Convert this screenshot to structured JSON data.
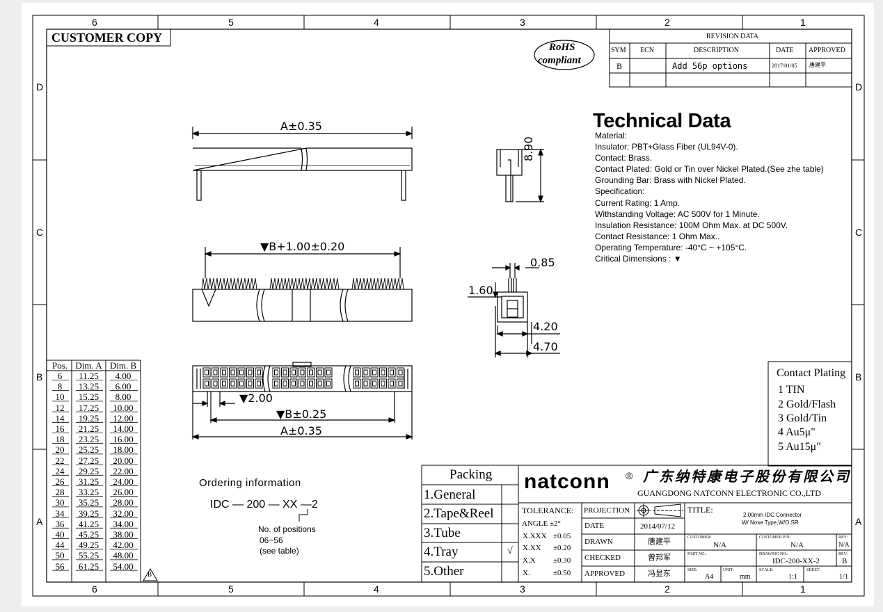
{
  "frame": {
    "customer_copy": "CUSTOMER COPY",
    "zones_top": [
      "6",
      "5",
      "4",
      "3",
      "2",
      "1"
    ],
    "zones_bottom": [
      "6",
      "5",
      "4",
      "3",
      "2",
      "1"
    ],
    "zones_left": [
      "D",
      "C",
      "B",
      "A"
    ],
    "zones_right": [
      "D",
      "C",
      "B",
      "A"
    ]
  },
  "rohs": {
    "line1": "RoHS",
    "line2": "compliant"
  },
  "revision": {
    "title": "REVISION DATA",
    "headers": [
      "SYM",
      "ECN",
      "DESCRIPTION",
      "DATE",
      "APPROVED"
    ],
    "row": {
      "sym": "B",
      "ecn": "",
      "description": "Add 56p options",
      "date": "2017/01/05",
      "approved": "唐建平"
    }
  },
  "tech": {
    "title": "Technical Data",
    "lines": [
      "Material:",
      "Insulator: PBT+Glass Fiber (UL94V-0).",
      "Contact: Brass.",
      "Contact Plated: Gold or Tin over Nickel Plated.(See zhe table)",
      "Grounding Bar: Brass with Nickel Plated.",
      "Specification:",
      "Current Rating: 1 Amp.",
      "Withstanding Voltage: AC 500V for 1 Minute.",
      "Insulation Resistance: 100M Ohm  Max. at DC 500V.",
      "Contact Resistance: 1 Ohm Max..",
      "Operating Temperature: -40°C ~ +105°C.",
      "Critical Dimensions : ▼"
    ]
  },
  "dims": {
    "a_top": "A±0.35",
    "height": "8.90",
    "b_plus": "▼B+1.00±0.20",
    "pin_w": "0.85",
    "pin_h": "1.60",
    "w1": "4.20",
    "w2": "4.70",
    "pitch": "▼2.00",
    "b_tol": "▼B±0.25",
    "a_bottom": "A±0.35"
  },
  "dim_table": {
    "headers": [
      "Pos.",
      "Dim. A",
      "Dim. B"
    ],
    "rows": [
      [
        "6",
        "11.25",
        "4.00"
      ],
      [
        "8",
        "13.25",
        "6.00"
      ],
      [
        "10",
        "15.25",
        "8.00"
      ],
      [
        "12",
        "17.25",
        "10.00"
      ],
      [
        "14",
        "19.25",
        "12.00"
      ],
      [
        "16",
        "21.25",
        "14.00"
      ],
      [
        "18",
        "23.25",
        "16.00"
      ],
      [
        "20",
        "25.25",
        "18.00"
      ],
      [
        "22",
        "27.25",
        "20.00"
      ],
      [
        "24",
        "29.25",
        "22.00"
      ],
      [
        "26",
        "31.25",
        "24.00"
      ],
      [
        "28",
        "33.25",
        "26.00"
      ],
      [
        "30",
        "35.25",
        "28.00"
      ],
      [
        "34",
        "39.25",
        "32.00"
      ],
      [
        "36",
        "41.25",
        "34.00"
      ],
      [
        "40",
        "45.25",
        "38.00"
      ],
      [
        "44",
        "49.25",
        "42.00"
      ],
      [
        "50",
        "55.25",
        "48.00"
      ],
      [
        "56",
        "61.25",
        "54.00"
      ]
    ],
    "rev_mark": "B"
  },
  "ordering": {
    "title": "Ordering information",
    "code": "IDC  —  200  —  XX  —2",
    "note1": "No. of positions",
    "note2": "06~56",
    "note3": "(see table)"
  },
  "packing": {
    "title": "Packing",
    "items": [
      "1.General",
      "2.Tape&Reel",
      "3.Tube",
      "4.Tray",
      "5.Other"
    ],
    "checked": "√"
  },
  "plating": {
    "title": "Contact Plating",
    "items": [
      "1 TIN",
      "2 Gold/Flash",
      "3 Gold/Tin",
      "4 Au5μ\"",
      "5 Au15μ\""
    ]
  },
  "titleblock": {
    "brand": "natconn",
    "reg": "®",
    "company_cn": "广东纳特康电子股份有限公司",
    "company_en": "GUANGDONG NATCONN ELECTRONIC CO.,LTD",
    "tolerance": "TOLERANCE:",
    "angle": "ANGLE ±2°",
    "tol_rows": [
      [
        "X.XXX",
        "±0.05"
      ],
      [
        "X.XX",
        "±0.20"
      ],
      [
        "X.X",
        "±0.30"
      ],
      [
        "X.",
        "±0.50"
      ]
    ],
    "projection": "PROJECTION",
    "date_label": "DATE",
    "date_value": "2014/07/12",
    "drawn_label": "DRAWN",
    "drawn_value": "唐建平",
    "checked_label": "CHECKED",
    "checked_value": "曾邦军",
    "approved_label": "APPROVED",
    "approved_value": "冯显东",
    "title_label": "TITLE:",
    "title1": "2.00mm IDC Connector",
    "title2": "W/ Nose Type,W/O SR",
    "customer_label": "CUSTOMER:",
    "customer_value": "N/A",
    "customer_pn_label": "CUSTOMER P/N:",
    "customer_pn_value": "N/A",
    "rev_label": "REV:",
    "rev_value1": "N/A",
    "part_no_label": "PART NO.:",
    "drawing_no_label": "DRAWING NO.:",
    "drawing_no_value": "IDC-200-XX-2",
    "rev_value2": "B",
    "size_label": "SIZE:",
    "size_value": "A4",
    "unit_label": "UNIT:",
    "unit_value": "mm",
    "scale_label": "SCALE:",
    "scale_value": "1:1",
    "sheet_label": "SHEET:",
    "sheet_value": "1/1"
  }
}
